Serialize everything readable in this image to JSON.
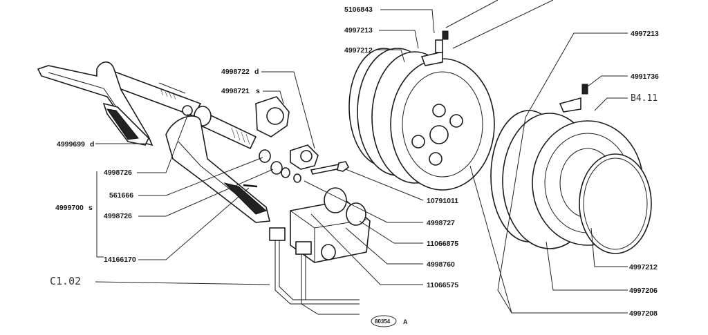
{
  "labels": {
    "l_5106843": "5106843",
    "l_4997213_top": "4997213",
    "l_4997212_top": "4997212",
    "l_4998722": "4998722",
    "l_4998722_suffix": "d",
    "l_4998721": "4998721",
    "l_4998721_suffix": "s",
    "l_4999699": "4999699",
    "l_4999699_suffix": "d",
    "l_4998726_a": "4998726",
    "l_561666": "561666",
    "l_4999700": "4999700",
    "l_4999700_suffix": "s",
    "l_4998726_b": "4998726",
    "l_14166170": "14166170",
    "l_c102": "C1.02",
    "l_4997213_right": "4997213",
    "l_4991736": "4991736",
    "l_b411": "B4.11",
    "l_10791011": "10791011",
    "l_4998727": "4998727",
    "l_11066875": "11066875",
    "l_4998760": "4998760",
    "l_11066575": "11066575",
    "l_4997212_right": "4997212",
    "l_4997206": "4997206",
    "l_4997208": "4997208",
    "l_ref": "80354",
    "l_ref_suffix": "A"
  }
}
